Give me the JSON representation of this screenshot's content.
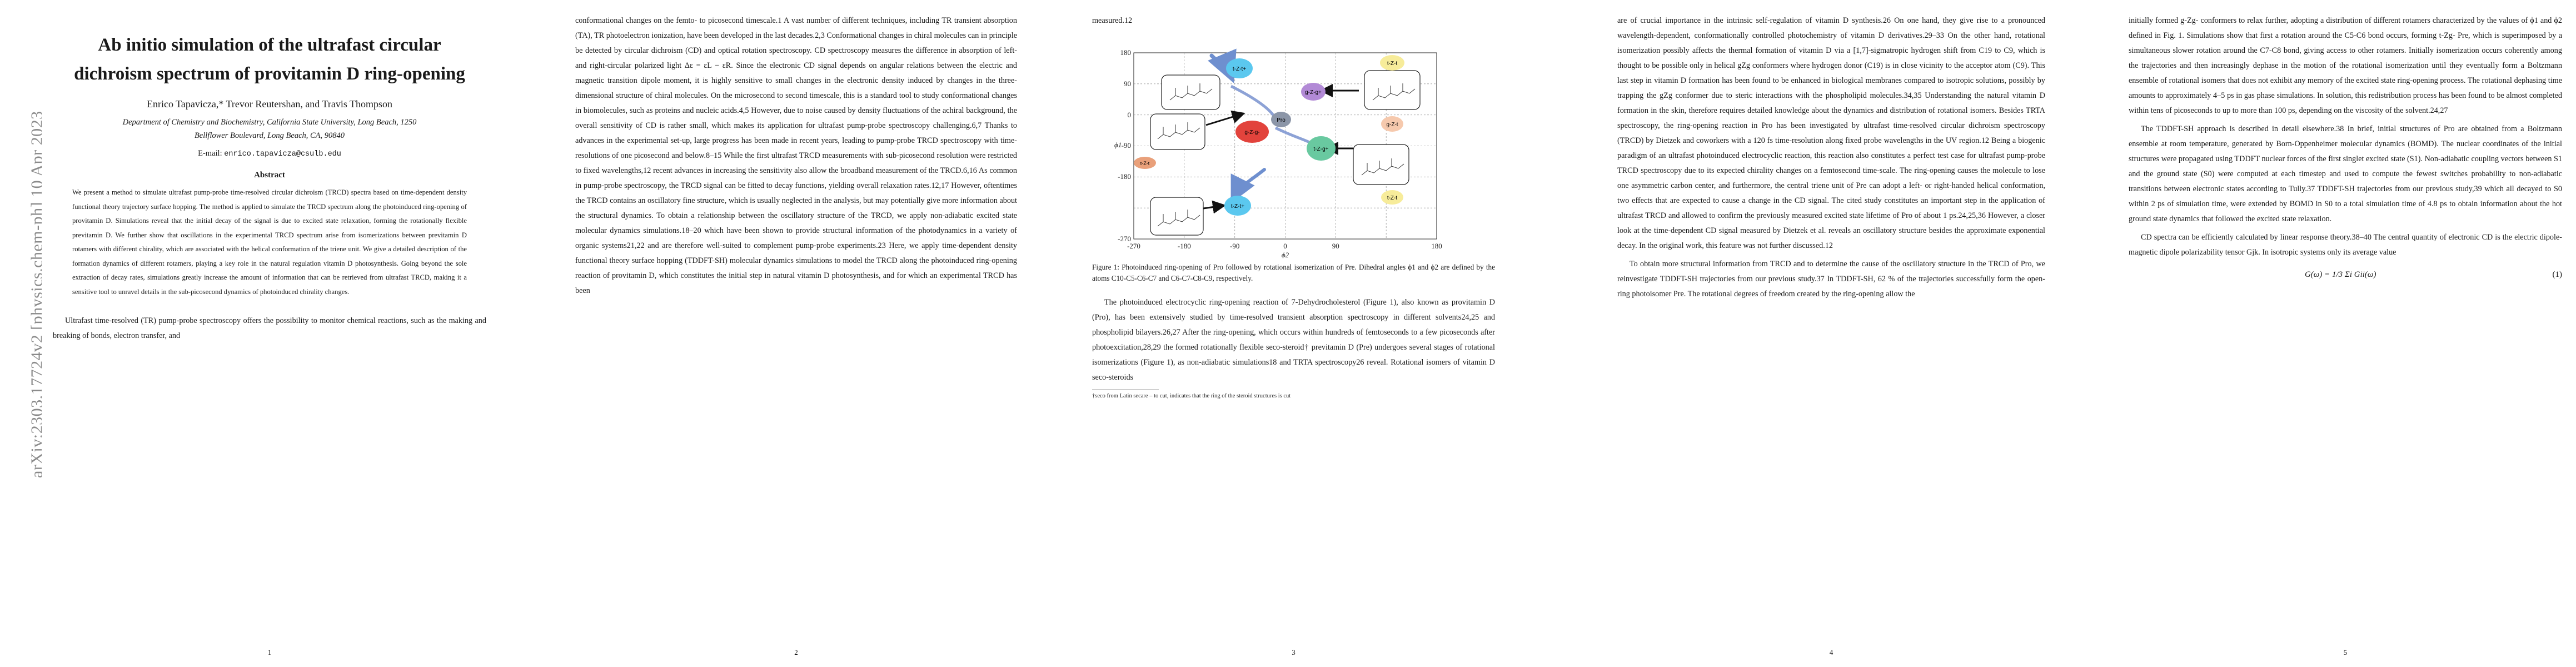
{
  "arxiv_id": "arXiv:2303.17724v2  [physics.chem-ph]  10 Apr 2023",
  "page1": {
    "title_line1": "Ab initio simulation of the ultrafast circular",
    "title_line2": "dichroism spectrum of provitamin D ring-opening",
    "authors": "Enrico Tapavicza,* Trevor Reutershan, and Travis Thompson",
    "affiliation_line1": "Department of Chemistry and Biochemistry, California State University, Long Beach, 1250",
    "affiliation_line2": "Bellflower Boulevard, Long Beach, CA, 90840",
    "email_label": "E-mail:",
    "email": "enrico.tapavicza@csulb.edu",
    "abstract_heading": "Abstract",
    "abstract": "We present a method to simulate ultrafast pump-probe time-resolved circular dichroism (TRCD) spectra based on time-dependent density functional theory trajectory surface hopping. The method is applied to simulate the TRCD spectrum along the photoinduced ring-opening of provitamin D. Simulations reveal that the initial decay of the signal is due to excited state relaxation, forming the rotationally flexible previtamin D. We further show that oscillations in the experimental TRCD spectrum arise from isomerizations between previtamin D rotamers with different chirality, which are associated with the helical conformation of the triene unit. We give a detailed description of the formation dynamics of different rotamers, playing a key role in the natural regulation vitamin D photosynthesis. Going beyond the sole extraction of decay rates, simulations greatly increase the amount of information that can be retrieved from ultrafast TRCD, making it a sensitive tool to unravel details in the sub-picosecond dynamics of photoinduced chirality changes.",
    "intro": "Ultrafast time-resolved (TR) pump-probe spectroscopy offers the possibility to monitor chemical reactions, such as the making and breaking of bonds, electron transfer, and",
    "page_number": "1"
  },
  "page2": {
    "text": "conformational changes on the femto- to picosecond timescale.1 A vast number of different techniques, including TR transient absorption (TA), TR photoelectron ionization, have been developed in the last decades.2,3 Conformational changes in chiral molecules can in principle be detected by circular dichroism (CD) and optical rotation spectroscopy. CD spectroscopy measures the difference in absorption of left- and right-circular polarized light Δε = εL − εR. Since the electronic CD signal depends on angular relations between the electric and magnetic transition dipole moment, it is highly sensitive to small changes in the electronic density induced by changes in the three-dimensional structure of chiral molecules. On the microsecond to second timescale, this is a standard tool to study conformational changes in biomolecules, such as proteins and nucleic acids.4,5 However, due to noise caused by density fluctuations of the achiral background, the overall sensitivity of CD is rather small, which makes its application for ultrafast pump-probe spectroscopy challenging.6,7 Thanks to advances in the experimental set-up, large progress has been made in recent years, leading to pump-probe TRCD spectroscopy with time-resolutions of one picosecond and below.8–15 While the first ultrafast TRCD measurements with sub-picosecond resolution were restricted to fixed wavelengths,12 recent advances in increasing the sensitivity also allow the broadband measurement of the TRCD.6,16 As common in pump-probe spectroscopy, the TRCD signal can be fitted to decay functions, yielding overall relaxation rates.12,17 However, oftentimes the TRCD contains an oscillatory fine structure, which is usually neglected in the analysis, but may potentially give more information about the structural dynamics. To obtain a relationship between the oscillatory structure of the TRCD, we apply non-adiabatic excited state molecular dynamics simulations.18–20 which have been shown to provide structural information of the photodynamics in a variety of organic systems21,22 and are therefore well-suited to complement pump-probe experiments.23 Here, we apply time-dependent density functional theory surface hopping (TDDFT-SH) molecular dynamics simulations to model the TRCD along the photoinduced ring-opening reaction of provitamin D, which constitutes the initial step in natural vitamin D photosynthesis, and for which an experimental TRCD has been",
    "page_number": "2"
  },
  "page3": {
    "top_text": "measured.12",
    "figure": {
      "x_ticks": [
        "-270",
        "-180",
        "-90",
        "0",
        "90",
        "180"
      ],
      "y_ticks": [
        "180",
        "90",
        "0",
        "-90",
        "-180",
        "-270"
      ],
      "x_label": "ϕ2",
      "y_label": "ϕ1",
      "states": {
        "tzt_top": "t-Z-t",
        "tztp_top": "t-Z-t+",
        "gzg_plus": "g-Z-g+",
        "pro": "Pro",
        "gzg_minus": "g-Z-g-",
        "gzt": "g-Z-t",
        "tzg": "t-Z-g+",
        "tzt_left": "t-Z-t",
        "tzt_bottom": "t-Z-t",
        "tztp_bottom": "t-Z-t+"
      },
      "colors": {
        "cyan": "#5bc8ef",
        "yellow": "#f7ec9a",
        "purple": "#b28ad6",
        "grey": "#8c96a8",
        "red": "#e2433c",
        "green": "#69c9a0",
        "peach": "#f6c9ad",
        "arrow": "#6e8fcf"
      }
    },
    "caption": "Figure 1: Photoinduced ring-opening of Pro followed by rotational isomerization of Pre. Dihedral angles ϕ1 and ϕ2 are defined by the atoms C10-C5-C6-C7 and C6-C7-C8-C9, respectively.",
    "text": "The photoinduced electrocyclic ring-opening reaction of 7-Dehydrocholesterol (Figure 1), also known as provitamin D (Pro), has been extensively studied by time-resolved transient absorption spectroscopy in different solvents24,25 and phospholipid bilayers.26,27 After the ring-opening, which occurs within hundreds of femtoseconds to a few picoseconds after photoexcitation,28,29 the formed rotationally flexible seco-steroid† previtamin D (Pre) undergoes several stages of rotational isomerizations (Figure 1), as non-adiabatic simulations18 and TRTA spectroscopy26 reveal. Rotational isomers of vitamin D seco-steroids",
    "footnote": "†seco from Latin secare – to cut, indicates that the ring of the steroid structures is cut",
    "page_number": "3"
  },
  "page4": {
    "text1": "are of crucial importance in the intrinsic self-regulation of vitamin D synthesis.26 On one hand, they give rise to a pronounced wavelength-dependent, conformationally controlled photochemistry of vitamin D derivatives.29–33 On the other hand, rotational isomerization possibly affects the thermal formation of vitamin D via a [1,7]-sigmatropic hydrogen shift from C19 to C9, which is thought to be possible only in helical gZg conformers where hydrogen donor (C19) is in close vicinity to the acceptor atom (C9). This last step in vitamin D formation has been found to be enhanced in biological membranes compared to isotropic solutions, possibly by trapping the gZg conformer due to steric interactions with the phospholipid molecules.34,35 Understanding the natural vitamin D formation in the skin, therefore requires detailed knowledge about the dynamics and distribution of rotational isomers. Besides TRTA spectroscopy, the ring-opening reaction in Pro has been investigated by ultrafast time-resolved circular dichroism spectroscopy (TRCD) by Dietzek and coworkers with a 120 fs time-resolution along fixed probe wavelengths in the UV region.12 Being a biogenic paradigm of an ultrafast photoinduced electrocyclic reaction, this reaction also constitutes a perfect test case for ultrafast pump-probe TRCD spectroscopy due to its expected chirality changes on a femtosecond time-scale. The ring-opening causes the molecule to lose one asymmetric carbon center, and furthermore, the central triene unit of Pre can adopt a left- or right-handed helical conformation, two effects that are expected to cause a change in the CD signal. The cited study constitutes an important step in the application of ultrafast TRCD and allowed to confirm the previously measured excited state lifetime of Pro of about 1 ps.24,25,36 However, a closer look at the time-dependent CD signal measured by Dietzek et al. reveals an oscillatory structure besides the approximate exponential decay. In the original work, this feature was not further discussed.12",
    "text2": "To obtain more structural information from TRCD and to determine the cause of the oscillatory structure in the TRCD of Pro, we reinvestigate TDDFT-SH trajectories from our previous study.37 In TDDFT-SH, 62 % of the trajectories successfully form the open-ring photoisomer Pre. The rotational degrees of freedom created by the ring-opening allow the",
    "page_number": "4"
  },
  "page5": {
    "text1": "initially formed g-Zg- conformers to relax further, adopting a distribution of different rotamers characterized by the values of ϕ1 and ϕ2 defined in Fig. 1. Simulations show that first a rotation around the C5-C6 bond occurs, forming t-Zg- Pre, which is superimposed by a simultaneous slower rotation around the C7-C8 bond, giving access to other rotamers. Initially isomerization occurs coherently among the trajectories and then increasingly dephase in the motion of the rotational isomerization until they eventually form a Boltzmann ensemble of rotational isomers that does not exhibit any memory of the excited state ring-opening process. The rotational dephasing time amounts to approximately 4–5 ps in gas phase simulations. In solution, this redistribution process has been found to be almost completed within tens of picoseconds to up to more than 100 ps, depending on the viscosity of the solvent.24,27",
    "text2": "The TDDFT-SH approach is described in detail elsewhere.38 In brief, initial structures of Pro are obtained from a Boltzmann ensemble at room temperature, generated by Born-Oppenheimer molecular dynamics (BOMD). The nuclear coordinates of the initial structures were propagated using TDDFT nuclear forces of the first singlet excited state (S1). Non-adiabatic coupling vectors between S1 and the ground state (S0) were computed at each timestep and used to compute the fewest switches probability to non-adiabatic transitions between electronic states according to Tully.37 TDDFT-SH trajectories from our previous study,39 which all decayed to S0 within 2 ps of simulation time, were extended by BOMD in S0 to a total simulation time of 4.8 ps to obtain information about the hot ground state dynamics that followed the excited state relaxation.",
    "text3": "CD spectra can be efficiently calculated by linear response theory.38–40 The central quantity of electronic CD is the electric dipole-magnetic dipole polarizability tensor Gjk. In isotropic systems only its average value",
    "equation": "G(ω) = 1/3 Σi Gii(ω)",
    "equation_number": "(1)",
    "page_number": "5"
  }
}
